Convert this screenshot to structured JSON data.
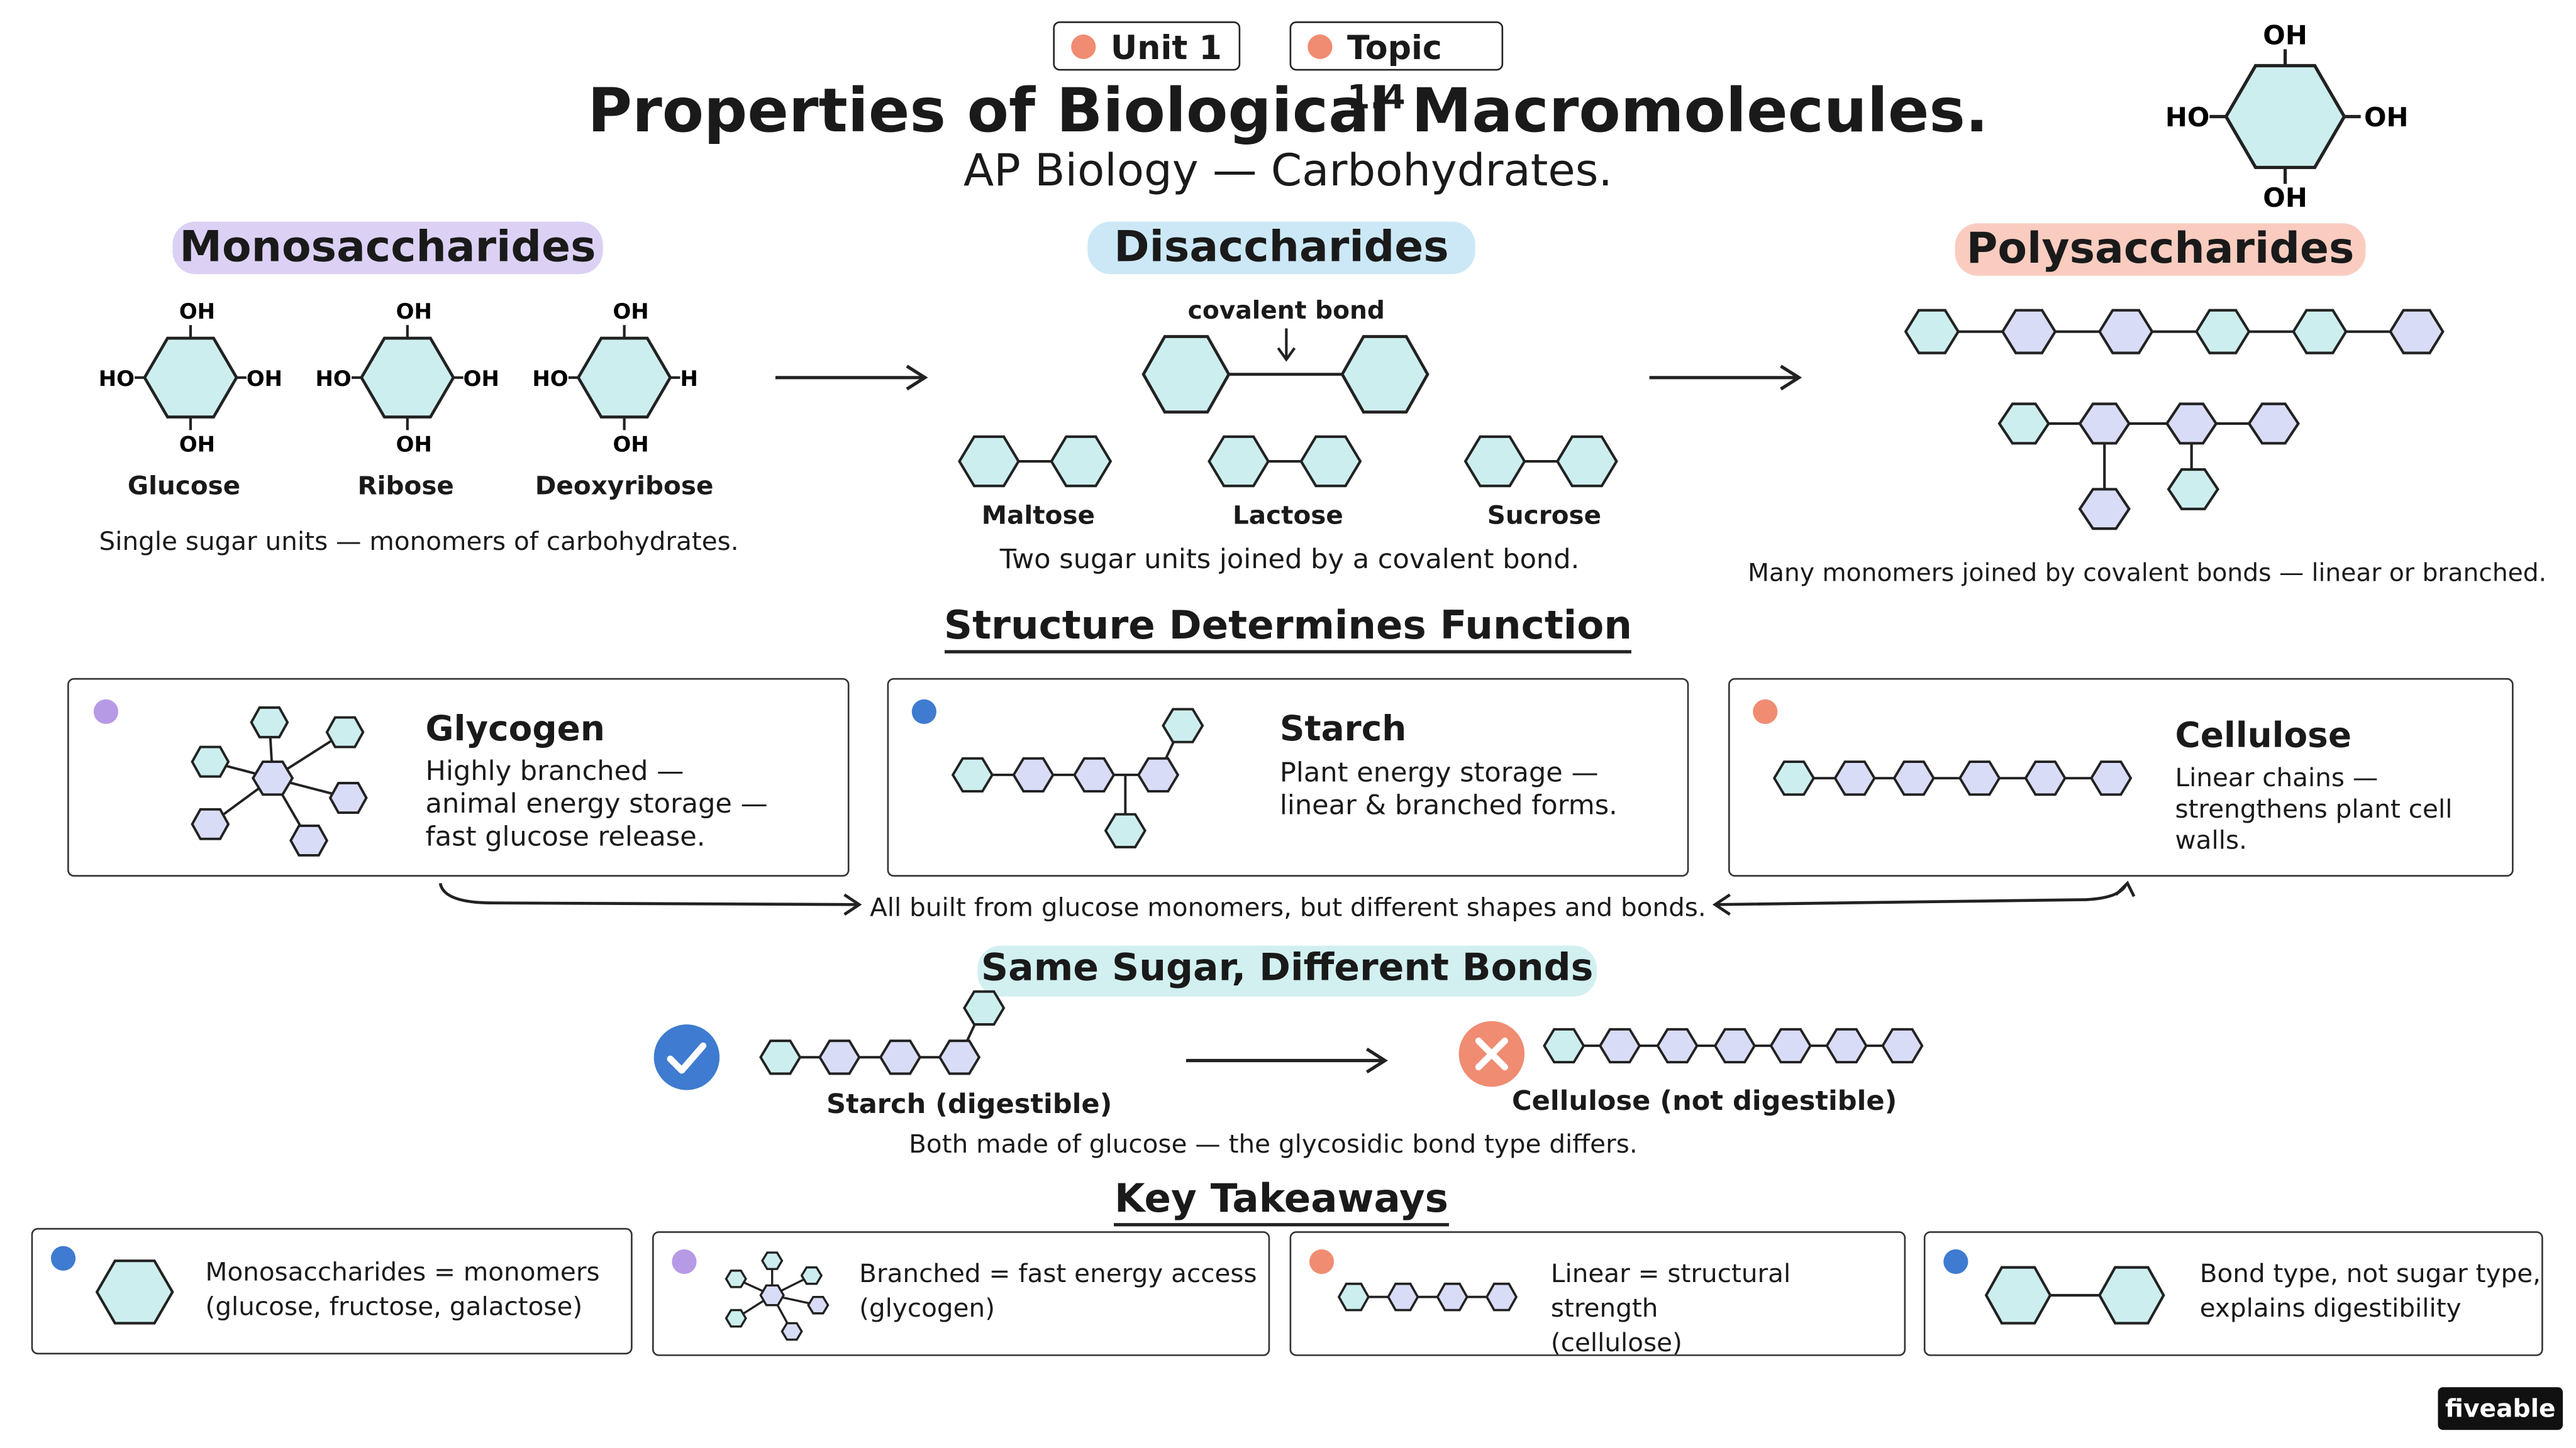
{
  "header": {
    "unit_pill": "Unit 1",
    "topic_pill": "Topic 1.4",
    "title": "Properties of Biological Macromolecules.",
    "subtitle": "AP Biology — Carbohydrates."
  },
  "structure_labels": {
    "oh": "OH",
    "ho": "HO",
    "h": "H"
  },
  "monosaccharides": {
    "heading": "Monosaccharides",
    "molecules": [
      "Glucose",
      "Ribose",
      "Deoxyribose"
    ],
    "caption": "Single sugar units — monomers of carbohydrates."
  },
  "disaccharides": {
    "heading": "Disaccharides",
    "bond_label": "covalent bond",
    "molecules": [
      "Maltose",
      "Lactose",
      "Sucrose"
    ],
    "caption": "Two sugar units joined by a covalent bond."
  },
  "polysaccharides": {
    "heading": "Polysaccharides",
    "caption": "Many monomers joined by covalent bonds — linear or branched."
  },
  "structure_function": {
    "heading": "Structure Determines Function",
    "cards": [
      {
        "title": "Glycogen",
        "lines": [
          "Highly branched —",
          "animal energy storage —",
          "fast glucose release."
        ],
        "dot_color": "#b79ae6"
      },
      {
        "title": "Starch",
        "lines": [
          "Plant energy storage —",
          "linear & branched forms."
        ],
        "dot_color": "#3f7bd0"
      },
      {
        "title": "Cellulose",
        "lines": [
          "Linear chains —",
          "strengthens plant cell walls."
        ],
        "dot_color": "#f08c72"
      }
    ],
    "connector_text": "All built from glucose monomers, but different shapes and bonds."
  },
  "same_sugar": {
    "heading": "Same Sugar, Different Bonds",
    "left_label": "Starch (digestible)",
    "right_label": "Cellulose (not digestible)",
    "caption": "Both made of glucose — the glycosidic bond type differs.",
    "check_color": "#3f7bd0",
    "cross_color": "#f08c72"
  },
  "takeaways": {
    "heading": "Key Takeaways",
    "items": [
      {
        "lines": [
          "Monosaccharides = monomers",
          "(glucose, fructose, galactose)"
        ],
        "dot_color": "#3f7bd0"
      },
      {
        "lines": [
          "Branched = fast energy access",
          "(glycogen)"
        ],
        "dot_color": "#b79ae6"
      },
      {
        "lines": [
          "Linear = structural strength",
          "(cellulose)"
        ],
        "dot_color": "#f08c72"
      },
      {
        "lines": [
          "Bond type, not sugar type,",
          "explains digestibility"
        ],
        "dot_color": "#3f7bd0"
      }
    ]
  },
  "brand": {
    "name": "fiveable"
  },
  "colors": {
    "hex_fill": "#cdeeee",
    "hex_fill_purple": "#d9dcf6",
    "highlight_purple": "#d8ccf3",
    "highlight_blue": "#c6e6f5",
    "highlight_coral": "#f9c6b9",
    "highlight_teal": "#cdeeee"
  }
}
